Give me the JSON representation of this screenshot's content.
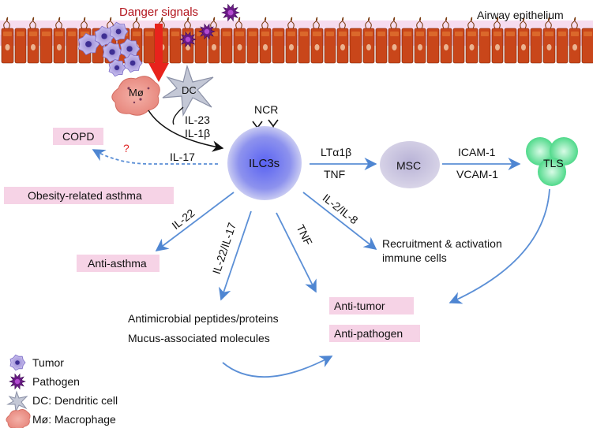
{
  "header": {
    "danger_signals": "Danger signals",
    "airway_epithelium": "Airway epithelium"
  },
  "cells": {
    "macrophage": "Mø",
    "dc": "DC",
    "ilc3s": "ILC3s",
    "msc": "MSC",
    "tls": "TLS",
    "ncr": "NCR"
  },
  "signals": {
    "il23": "IL-23",
    "il1b": "IL-1β",
    "il17": "IL-17",
    "question": "?",
    "lta1b": "LTα1β",
    "tnf_right": "TNF",
    "icam1": "ICAM-1",
    "vcam1": "VCAM-1",
    "il22": "IL-22",
    "il22_il17": "IL-22/IL-17",
    "tnf_down": "TNF",
    "il2_il8": "IL-2/IL-8"
  },
  "outcomes": {
    "copd": "COPD",
    "obesity_asthma": "Obesity-related asthma",
    "anti_asthma": "Anti-asthma",
    "recruitment_line1": "Recruitment & activation",
    "recruitment_line2": "immune cells",
    "antimicrobial": "Antimicrobial peptides/proteins",
    "mucus": "Mucus-associated molecules",
    "anti_tumor": "Anti-tumor",
    "anti_pathogen": "Anti-pathogen"
  },
  "legend": {
    "tumor": "Tumor",
    "pathogen": "Pathogen",
    "dc": "DC: Dendritic cell",
    "macrophage": "Mø: Macrophage"
  },
  "colors": {
    "arrow_blue": "#5b8fd6",
    "pink_box": "#f6d3e6",
    "ilc3_fill": "#7b83ee",
    "msc_fill": "#c9c3de",
    "tls_fill": "#7fe6ae",
    "epithelium_cell": "#c9461a",
    "danger_red": "#e8231c",
    "pathogen_purple": "#6a1a86",
    "tumor_purple": "#a89bdc"
  }
}
